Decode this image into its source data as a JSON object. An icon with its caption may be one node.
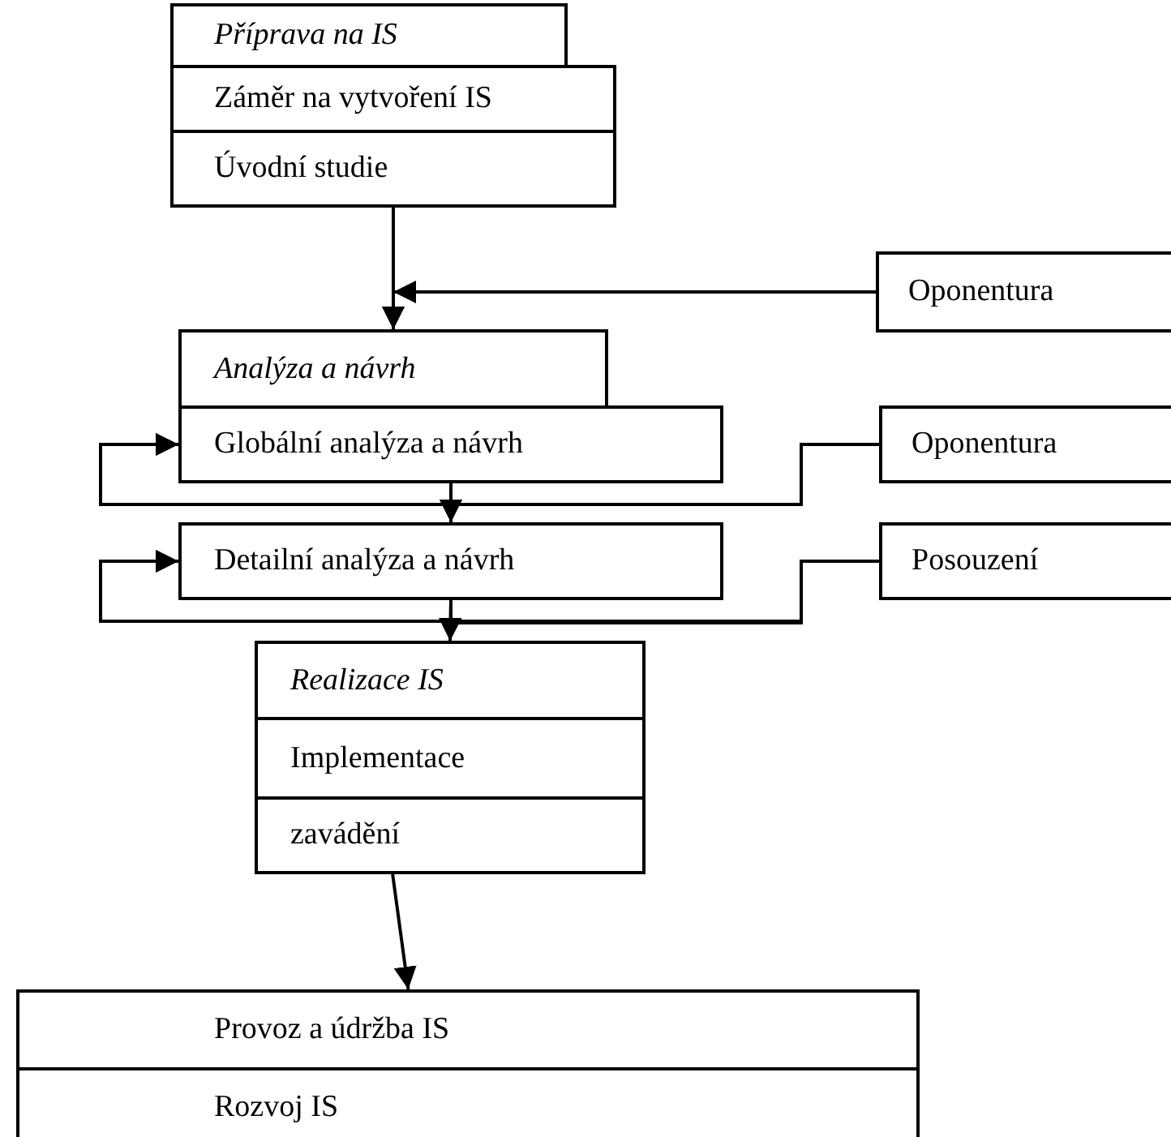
{
  "diagram": {
    "nodes": [
      {
        "text": [
          "Příprava na IS"
        ]
      },
      {
        "text": [
          "Záměr na vytvoření IS"
        ]
      },
      {
        "text": [
          "Úvodní studie"
        ]
      },
      {
        "text": [
          "Oponentura"
        ]
      },
      {
        "text": [
          "Analýza a návrh"
        ]
      },
      {
        "text": [
          "Globální analýza a návrh"
        ]
      },
      {
        "text": [
          "Oponentura"
        ]
      },
      {
        "text": [
          "Detailní analýza a návrh"
        ]
      },
      {
        "text": [
          "Posouzení"
        ]
      },
      {
        "text": [
          "Realizace IS"
        ]
      },
      {
        "text": [
          "Implementace"
        ]
      },
      {
        "text": [
          "zavádění"
        ]
      },
      {
        "text": [
          "Provoz a údržba IS"
        ]
      },
      {
        "text": [
          "Rozvoj IS"
        ]
      }
    ],
    "edges": [
      {
        "from": 2,
        "to": 4,
        "arrow": "to"
      },
      {
        "from": 3,
        "to": 4,
        "arrow": "to"
      },
      {
        "from": 5,
        "to": 7,
        "arrow": "to"
      },
      {
        "from": 5,
        "to": 5,
        "arrow": "to"
      },
      {
        "from": 6,
        "to": 5,
        "arrow": "to"
      },
      {
        "from": 6,
        "to": 7,
        "arrow": "to"
      },
      {
        "from": 7,
        "to": 9,
        "arrow": "to"
      },
      {
        "from": 7,
        "to": 7,
        "arrow": "to"
      },
      {
        "from": 8,
        "to": 7,
        "arrow": "to"
      },
      {
        "from": 8,
        "to": 9,
        "arrow": "to"
      },
      {
        "from": 11,
        "to": 12,
        "arrow": "to"
      }
    ]
  }
}
